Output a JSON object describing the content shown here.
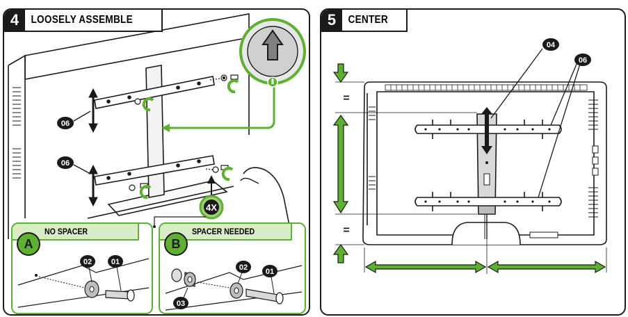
{
  "step4": {
    "number": "4",
    "title": "LOOSELY ASSEMBLE",
    "callout_top": "06",
    "callout_bottom": "06",
    "quantity": "4X",
    "inset_a": {
      "letter": "A",
      "title": "NO SPACER",
      "label_washer": "02",
      "label_bolt": "01"
    },
    "inset_b": {
      "letter": "B",
      "title": "SPACER NEEDED",
      "label_washer": "02",
      "label_bolt": "01",
      "label_spacer": "03"
    }
  },
  "step5": {
    "number": "5",
    "title": "CENTER",
    "callout_plate": "04",
    "callout_arms": "06",
    "equal_top": "=",
    "equal_bottom": "="
  },
  "colors": {
    "accent_green": "#5db030",
    "light_green": "#d8ecc8",
    "ink": "#1a1a1a"
  },
  "icons": [
    "up-arrow-icon",
    "rotate-arrow-icon",
    "double-arrow-icon"
  ]
}
